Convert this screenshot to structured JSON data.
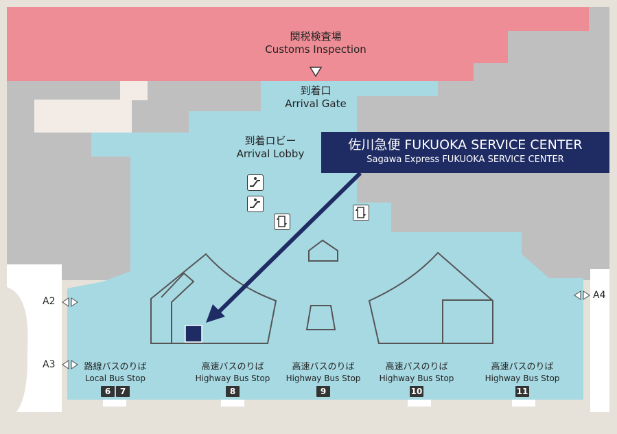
{
  "areas": {
    "customs": {
      "jp": "関税検査場",
      "en": "Customs Inspection"
    },
    "arrival_gate": {
      "jp": "到着口",
      "en": "Arrival Gate"
    },
    "arrival_lobby": {
      "jp": "到着ロビー",
      "en": "Arrival Lobby"
    }
  },
  "callout": {
    "title": "佐川急便 FUKUOKA SERVICE CENTER",
    "subtitle": "Sagawa Express FUKUOKA SERVICE CENTER"
  },
  "gates": {
    "a2": "A2",
    "a3": "A3",
    "a4": "A4"
  },
  "bus_stops": [
    {
      "jp": "路線バスのりば",
      "en": "Local Bus Stop",
      "numbers": [
        "6",
        "7"
      ]
    },
    {
      "jp": "高速バスのりば",
      "en": "Highway Bus Stop",
      "numbers": [
        "8"
      ]
    },
    {
      "jp": "高速バスのりば",
      "en": "Highway Bus Stop",
      "numbers": [
        "9"
      ]
    },
    {
      "jp": "高速バスのりば",
      "en": "Highway Bus Stop",
      "numbers": [
        "10"
      ]
    },
    {
      "jp": "高速バスのりば",
      "en": "Highway Bus Stop",
      "numbers": [
        "11"
      ]
    }
  ],
  "icons": {
    "escalator": "escalator-icon",
    "elevator": "elevator-icon",
    "gate_marker": "down-triangle-icon",
    "location_marker": "service-center-marker"
  },
  "colors": {
    "background": "#e6e2da",
    "building": "#bfbfbf",
    "lobby": "#a7d9e3",
    "customs": "#ee8d95",
    "service_center": "#1f2b63"
  }
}
